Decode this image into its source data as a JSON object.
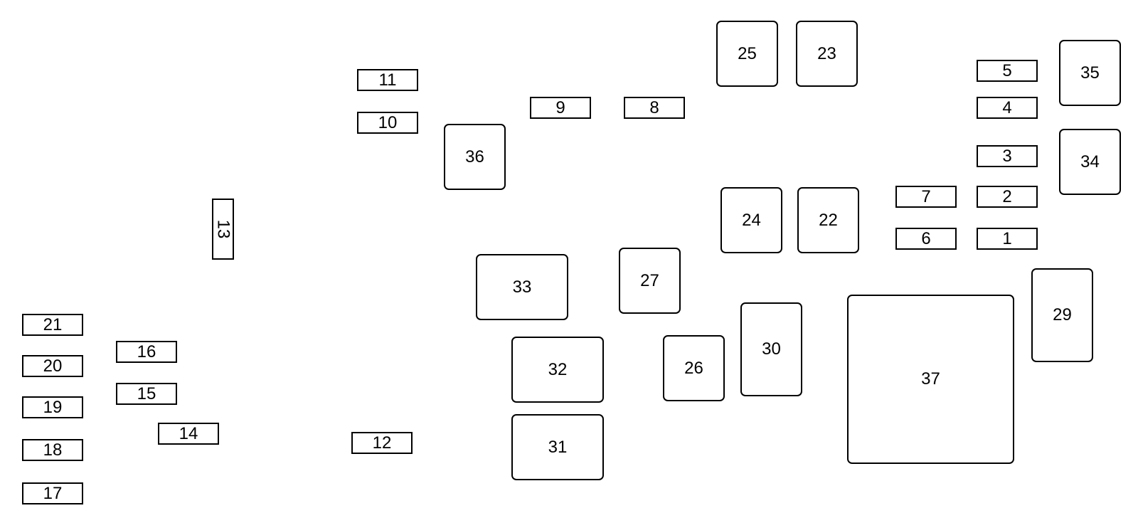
{
  "diagram": {
    "fuses": [
      {
        "id": "fuse-1",
        "label": "1"
      },
      {
        "id": "fuse-2",
        "label": "2"
      },
      {
        "id": "fuse-3",
        "label": "3"
      },
      {
        "id": "fuse-4",
        "label": "4"
      },
      {
        "id": "fuse-5",
        "label": "5"
      },
      {
        "id": "fuse-6",
        "label": "6"
      },
      {
        "id": "fuse-7",
        "label": "7"
      },
      {
        "id": "fuse-8",
        "label": "8"
      },
      {
        "id": "fuse-9",
        "label": "9"
      },
      {
        "id": "fuse-10",
        "label": "10"
      },
      {
        "id": "fuse-11",
        "label": "11"
      },
      {
        "id": "fuse-12",
        "label": "12"
      },
      {
        "id": "fuse-13",
        "label": "13"
      },
      {
        "id": "fuse-14",
        "label": "14"
      },
      {
        "id": "fuse-15",
        "label": "15"
      },
      {
        "id": "fuse-16",
        "label": "16"
      },
      {
        "id": "fuse-17",
        "label": "17"
      },
      {
        "id": "fuse-18",
        "label": "18"
      },
      {
        "id": "fuse-19",
        "label": "19"
      },
      {
        "id": "fuse-20",
        "label": "20"
      },
      {
        "id": "fuse-21",
        "label": "21"
      }
    ],
    "relays": [
      {
        "id": "relay-22",
        "label": "22"
      },
      {
        "id": "relay-23",
        "label": "23"
      },
      {
        "id": "relay-24",
        "label": "24"
      },
      {
        "id": "relay-25",
        "label": "25"
      },
      {
        "id": "relay-26",
        "label": "26"
      },
      {
        "id": "relay-27",
        "label": "27"
      },
      {
        "id": "relay-29",
        "label": "29"
      },
      {
        "id": "relay-30",
        "label": "30"
      },
      {
        "id": "relay-31",
        "label": "31"
      },
      {
        "id": "relay-32",
        "label": "32"
      },
      {
        "id": "relay-33",
        "label": "33"
      },
      {
        "id": "relay-34",
        "label": "34"
      },
      {
        "id": "relay-35",
        "label": "35"
      },
      {
        "id": "relay-36",
        "label": "36"
      },
      {
        "id": "relay-37",
        "label": "37"
      }
    ]
  }
}
